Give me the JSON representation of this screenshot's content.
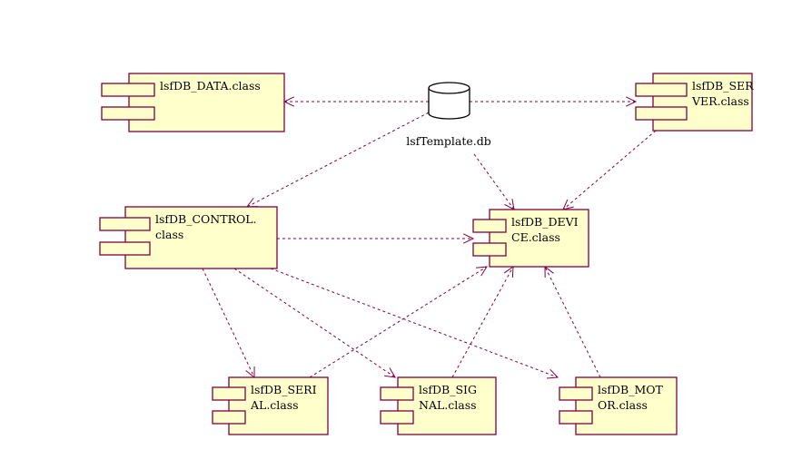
{
  "diagram": {
    "type": "UML component diagram",
    "colors": {
      "component_fill": "#ffffcc",
      "component_border": "#800040",
      "dependency_line": "#800040",
      "database_stroke": "#000000",
      "text": "#000000"
    },
    "database": {
      "id": "db",
      "label": "lsfTemplate.db"
    },
    "components": [
      {
        "id": "data",
        "label_lines": [
          "lsfDB_DATA.class"
        ]
      },
      {
        "id": "server",
        "label_lines": [
          "lsfDB_SER",
          "VER.class"
        ]
      },
      {
        "id": "control",
        "label_lines": [
          "lsfDB_CONTROL.",
          "class"
        ]
      },
      {
        "id": "device",
        "label_lines": [
          "lsfDB_DEVI",
          "CE.class"
        ]
      },
      {
        "id": "serial",
        "label_lines": [
          "lsfDB_SERI",
          "AL.class"
        ]
      },
      {
        "id": "signal",
        "label_lines": [
          "lsfDB_SIG",
          "NAL.class"
        ]
      },
      {
        "id": "motor",
        "label_lines": [
          "lsfDB_MOT",
          "OR.class"
        ]
      }
    ],
    "dependencies": [
      {
        "from": "db",
        "to": "data"
      },
      {
        "from": "db",
        "to": "server"
      },
      {
        "from": "db",
        "to": "control"
      },
      {
        "from": "db",
        "to": "device"
      },
      {
        "from": "server",
        "to": "device"
      },
      {
        "from": "control",
        "to": "device"
      },
      {
        "from": "control",
        "to": "serial"
      },
      {
        "from": "control",
        "to": "signal"
      },
      {
        "from": "control",
        "to": "motor"
      },
      {
        "from": "serial",
        "to": "device"
      },
      {
        "from": "signal",
        "to": "device"
      },
      {
        "from": "motor",
        "to": "device"
      }
    ]
  }
}
